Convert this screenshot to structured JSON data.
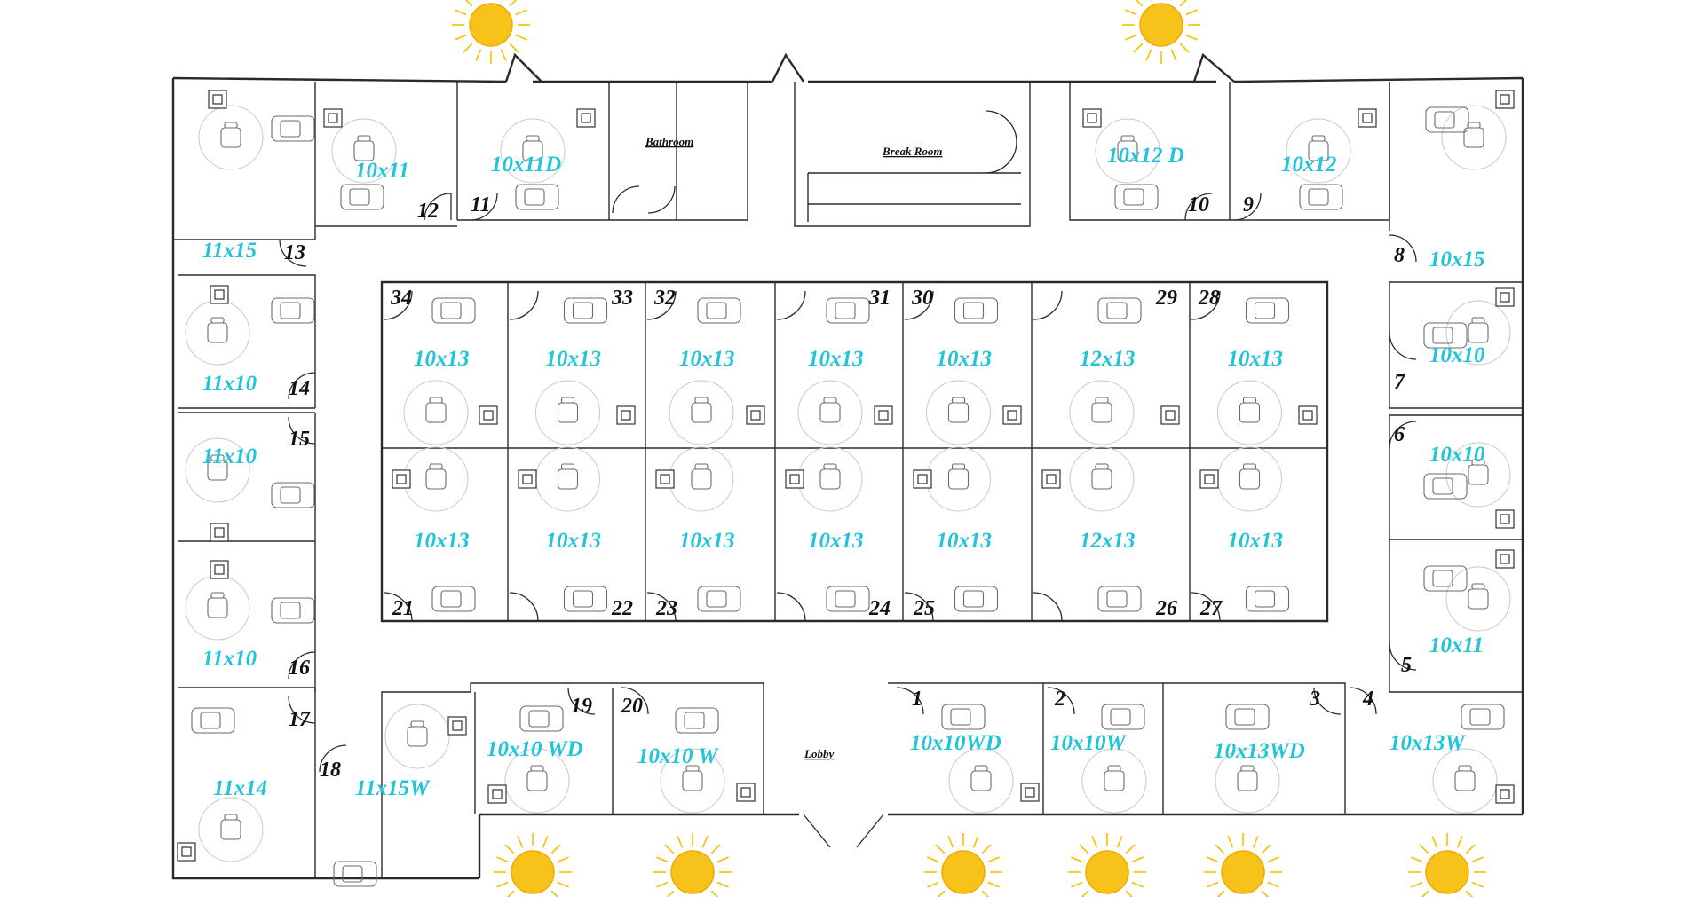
{
  "rooms": [
    {
      "id": "r-tl-a",
      "size": "11x15",
      "num": "13"
    },
    {
      "id": "r-top-1",
      "size": "10x11",
      "num": "12"
    },
    {
      "id": "r-top-2",
      "size": "10x11D",
      "num": "11"
    },
    {
      "id": "bathroom",
      "label": "Bathroom"
    },
    {
      "id": "breakroom",
      "label": "Break Room"
    },
    {
      "id": "r-top-3",
      "size": "10x12 D",
      "num": "10"
    },
    {
      "id": "r-top-4",
      "size": "10x12",
      "num": "9"
    },
    {
      "id": "r-tr-a",
      "size": "10x15",
      "num": "8"
    },
    {
      "id": "r-right-1",
      "size": "10x10",
      "num": "7"
    },
    {
      "id": "r-right-2",
      "size": "10x10",
      "num": "6"
    },
    {
      "id": "r-right-3",
      "size": "10x11",
      "num": "5"
    },
    {
      "id": "r-br",
      "size": "10x13W",
      "num": "4"
    },
    {
      "id": "r-bot-1",
      "size": "10x13WD",
      "num": "3"
    },
    {
      "id": "r-bot-2",
      "size": "10x10W",
      "num": "2"
    },
    {
      "id": "r-bot-3",
      "size": "10x10WD",
      "num": "1"
    },
    {
      "id": "lobby",
      "label": "Lobby"
    },
    {
      "id": "r-bot-4",
      "size": "10x10 W",
      "num": "20"
    },
    {
      "id": "r-bot-5",
      "size": "10x10 WD",
      "num": "19"
    },
    {
      "id": "r-bot-6",
      "size": "11x15W",
      "num": "18"
    },
    {
      "id": "r-bl",
      "size": "11x14",
      "num": "17"
    },
    {
      "id": "r-left-1",
      "size": "11x10",
      "num": "16"
    },
    {
      "id": "r-left-2",
      "size": "11x10",
      "num": "15"
    },
    {
      "id": "r-left-3",
      "size": "11x10",
      "num": "14"
    }
  ],
  "center_top": [
    {
      "size": "10x13",
      "num": "34"
    },
    {
      "size": "10x13",
      "num": "33"
    },
    {
      "size": "10x13",
      "num": "32"
    },
    {
      "size": "10x13",
      "num": "31"
    },
    {
      "size": "10x13",
      "num": "30"
    },
    {
      "size": "12x13",
      "num": "29"
    },
    {
      "size": "10x13",
      "num": "28"
    }
  ],
  "center_bottom": [
    {
      "size": "10x13",
      "num": "21"
    },
    {
      "size": "10x13",
      "num": "22"
    },
    {
      "size": "10x13",
      "num": "23"
    },
    {
      "size": "10x13",
      "num": "24"
    },
    {
      "size": "10x13",
      "num": "25"
    },
    {
      "size": "12x13",
      "num": "26"
    },
    {
      "size": "10x13",
      "num": "27"
    }
  ],
  "windows_icon": "sun-icon",
  "colors": {
    "size_label": "#22c4d8",
    "number_label": "#111111",
    "sun": "#f7c21a",
    "wall": "#2a2a2a"
  }
}
